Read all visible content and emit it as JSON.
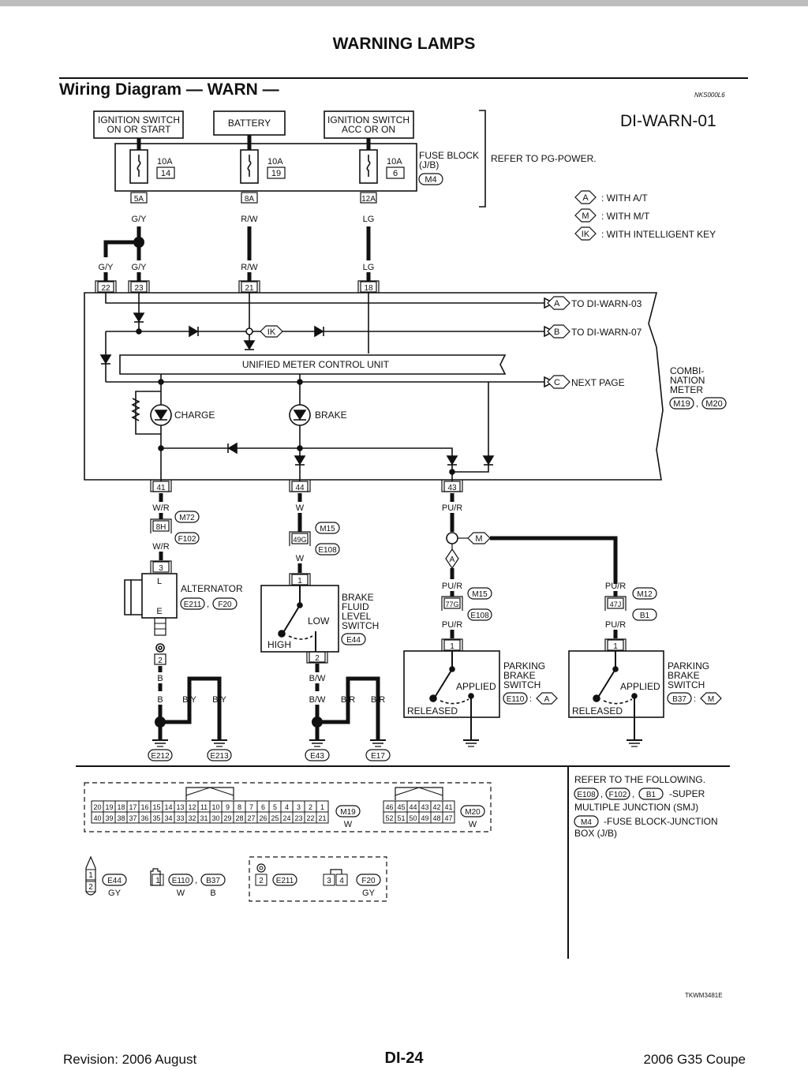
{
  "page": {
    "title": "WARNING LAMPS",
    "section_heading": "Wiring Diagram — WARN —",
    "section_code": "NKS000L6",
    "diagram_id": "DI-WARN-01",
    "image_code": "TKWM3481E"
  },
  "footer": {
    "revision": "Revision: 2006 August",
    "page": "DI-24",
    "model": "2006 G35 Coupe"
  },
  "power_sources": [
    {
      "label1": "IGNITION SWITCH",
      "label2": "ON OR START"
    },
    {
      "label1": "BATTERY",
      "label2": ""
    },
    {
      "label1": "IGNITION SWITCH",
      "label2": "ACC OR ON"
    }
  ],
  "fuses": [
    {
      "amp": "10A",
      "num": "14",
      "terminal": "5A",
      "wire": "G/Y"
    },
    {
      "amp": "10A",
      "num": "19",
      "terminal": "8A",
      "wire": "R/W"
    },
    {
      "amp": "10A",
      "num": "6",
      "terminal": "12A",
      "wire": "LG"
    }
  ],
  "fuse_block": {
    "label1": "FUSE BLOCK",
    "label2": "(J/B)",
    "conn": "M4",
    "refer": "REFER TO PG-POWER."
  },
  "legend": [
    {
      "tag": "A",
      "text": ": WITH A/T"
    },
    {
      "tag": "M",
      "text": ": WITH M/T"
    },
    {
      "tag": "IK",
      "text": ": WITH INTELLIGENT KEY"
    }
  ],
  "meter_inputs": [
    {
      "wire": "G/Y",
      "term": "22"
    },
    {
      "wire": "G/Y",
      "term": "23"
    },
    {
      "wire": "R/W",
      "term": "21"
    },
    {
      "wire": "LG",
      "term": "18"
    }
  ],
  "meter": {
    "unit_label": "UNIFIED METER CONTROL UNIT",
    "ik_tag": "IK",
    "to_a": {
      "tag": "A",
      "text": "TO DI-WARN-03"
    },
    "to_b": {
      "tag": "B",
      "text": "TO DI-WARN-07"
    },
    "to_c": {
      "tag": "C",
      "text": "NEXT PAGE"
    },
    "name1": "COMBI-",
    "name2": "NATION",
    "name3": "METER",
    "conn1": "M19",
    "conn2": "M20",
    "charge": "CHARGE",
    "brake": "BRAKE",
    "out_terms": [
      "41",
      "44",
      "43"
    ]
  },
  "branch_charge": {
    "wire1": "W/R",
    "jc_term": "8H",
    "jc_conn1": "M72",
    "jc_conn2": "F102",
    "wire2": "W/R",
    "alt_term": "3",
    "alt_l": "L",
    "alt_e": "E",
    "alt_name": "ALTERNATOR",
    "alt_conn1": "E211",
    "alt_conn2": "F20",
    "gnd_term": "2",
    "wire3": "B",
    "wire4": "B",
    "wire5": "B/Y",
    "wire6": "B/Y",
    "gnd1": "E212",
    "gnd2": "E213"
  },
  "branch_brake": {
    "wire1": "W",
    "jc_term": "49G",
    "jc_conn1": "M15",
    "jc_conn2": "E108",
    "wire2": "W",
    "sw_term_top": "1",
    "sw_term_bot": "2",
    "low": "LOW",
    "high": "HIGH",
    "name1": "BRAKE",
    "name2": "FLUID",
    "name3": "LEVEL",
    "name4": "SWITCH",
    "conn": "E44",
    "wire3": "B/W",
    "wire4": "B/W",
    "wire5": "B/R",
    "wire6": "B/R",
    "gnd1": "E43",
    "gnd2": "E17"
  },
  "branch_parking": {
    "wire1": "PU/R",
    "m_tag": "M",
    "a_tag": "A",
    "left": {
      "wire": "PU/R",
      "jc_term": "77G",
      "jc_conn1": "M15",
      "jc_conn2": "E108",
      "wire2": "PU/R",
      "sw_term": "1",
      "applied": "APPLIED",
      "released": "RELEASED",
      "name1": "PARKING",
      "name2": "BRAKE",
      "name3": "SWITCH",
      "conn": "E110",
      "tag": "A"
    },
    "right": {
      "wire": "PU/R",
      "jc_term": "47J",
      "jc_conn1": "M12",
      "jc_conn2": "B1",
      "wire2": "PU/R",
      "sw_term": "1",
      "applied": "APPLIED",
      "released": "RELEASED",
      "name1": "PARKING",
      "name2": "BRAKE",
      "name3": "SWITCH",
      "conn": "B37",
      "tag": "M"
    }
  },
  "refer_box": {
    "line1": "REFER TO THE FOLLOWING.",
    "c1": "E108",
    "c2": "F102",
    "c3": "B1",
    "t1": "-SUPER",
    "line3": "MULTIPLE JUNCTION (SMJ)",
    "c4": "M4",
    "t2": "-FUSE BLOCK-JUNCTION",
    "line5": "BOX (J/B)"
  },
  "connectors": {
    "m19_top": [
      "20",
      "19",
      "18",
      "17",
      "16",
      "15",
      "14",
      "13",
      "12",
      "11",
      "10",
      "9",
      "8",
      "7",
      "6",
      "5",
      "4",
      "3",
      "2",
      "1"
    ],
    "m19_bot": [
      "40",
      "39",
      "38",
      "37",
      "36",
      "35",
      "34",
      "33",
      "32",
      "31",
      "30",
      "29",
      "28",
      "27",
      "26",
      "25",
      "24",
      "23",
      "22",
      "21"
    ],
    "m19_name": "M19",
    "m19_color": "W",
    "m20_top": [
      "46",
      "45",
      "44",
      "43",
      "42",
      "41"
    ],
    "m20_bot": [
      "52",
      "51",
      "50",
      "49",
      "48",
      "47"
    ],
    "m20_name": "M20",
    "m20_color": "W",
    "e44_pins": [
      "1",
      "2"
    ],
    "e44_name": "E44",
    "e44_color": "GY",
    "e110_pin": "1",
    "e110_name": "E110",
    "b37_name": "B37",
    "e110_color": "W",
    "b37_color": "B",
    "e211_pin": "2",
    "e211_name": "E211",
    "f20_pins": [
      "3",
      "4"
    ],
    "f20_name": "F20",
    "f20_color": "GY"
  }
}
